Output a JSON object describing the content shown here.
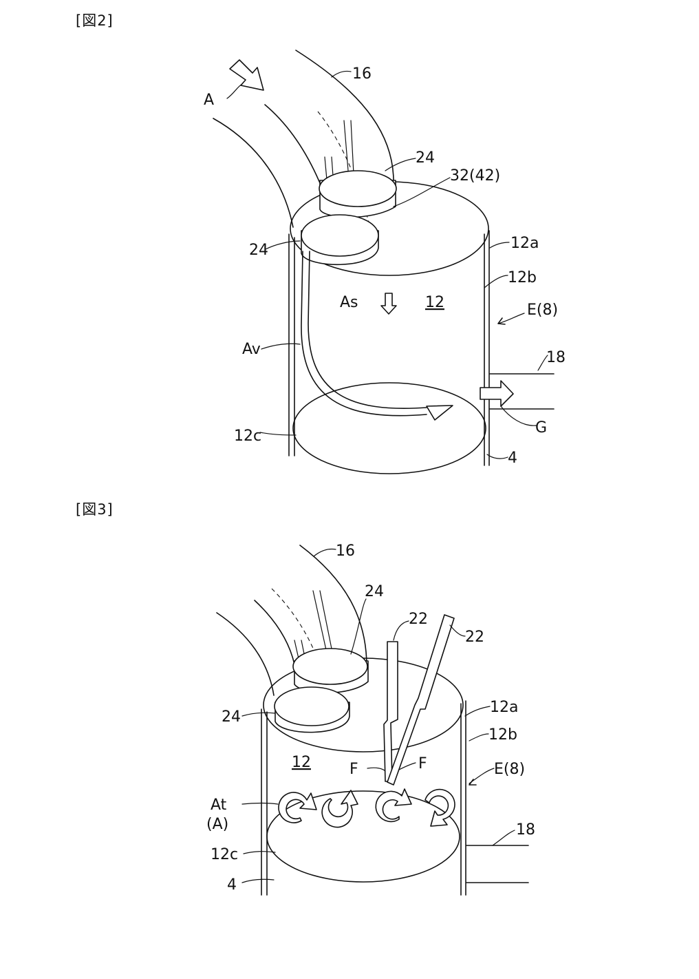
{
  "figures": [
    {
      "title": "[図2]",
      "labels": {
        "duct": "16",
        "intake_arrow": "A",
        "valve_upper": "24",
        "valve_lower": "24",
        "recess": "32(42)",
        "head_surface": "12a",
        "wall": "12b",
        "chamber": "12",
        "swirl_down": "As",
        "engine": "E(8)",
        "vertical_flow": "Av",
        "exhaust_port": "18",
        "exhaust_gas": "G",
        "piston_top": "12c",
        "piston": "4"
      }
    },
    {
      "title": "[図3]",
      "labels": {
        "duct": "16",
        "valve_upper": "24",
        "valve_lower": "24",
        "injector_left": "22",
        "injector_right": "22",
        "head_surface": "12a",
        "wall": "12b",
        "chamber": "12",
        "fuel_left": "F",
        "fuel_right": "F",
        "engine": "E(8)",
        "tumble": "At",
        "tumble_sub": "(A)",
        "exhaust_port": "18",
        "piston_top": "12c",
        "piston": "4"
      }
    }
  ]
}
